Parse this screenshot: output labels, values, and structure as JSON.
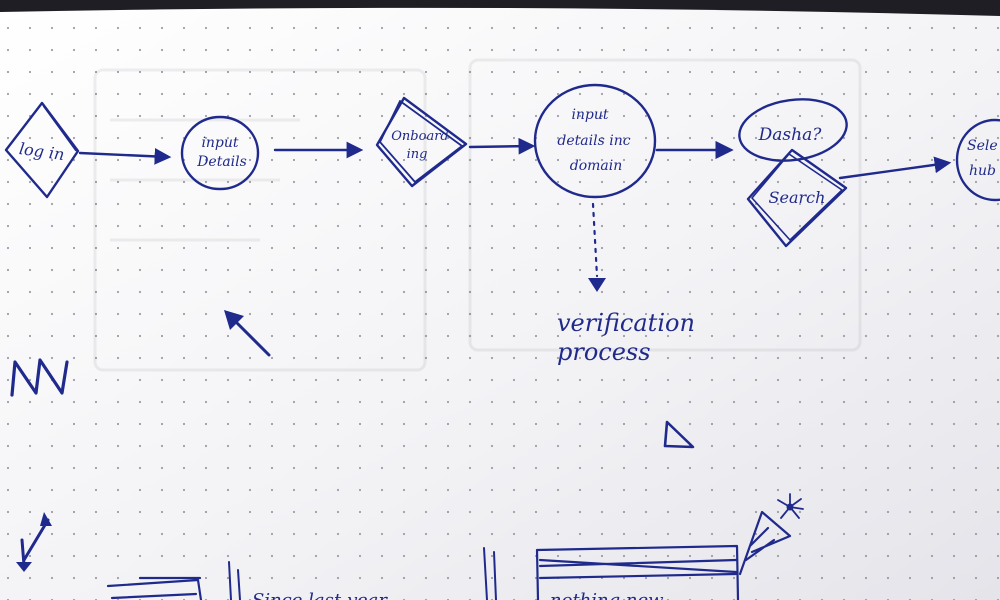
{
  "diagram": {
    "nodes": {
      "login": "log in",
      "input_details": [
        "input",
        "Details"
      ],
      "onboarding": [
        "Onboard",
        "ing"
      ],
      "input_details_domain": [
        "input",
        "details inc",
        "domain"
      ],
      "dashboard": "Dasha?",
      "search": "Search",
      "select_hubs": [
        "Sele",
        "hub"
      ]
    },
    "annotation": [
      "verification",
      "process"
    ],
    "bottom_fragments": {
      "left": "Since last year",
      "right": "nothing new"
    }
  },
  "colors": {
    "ink": "#1f2a8c",
    "paper": "#f3f3f6",
    "dots": "#8e8e96"
  }
}
